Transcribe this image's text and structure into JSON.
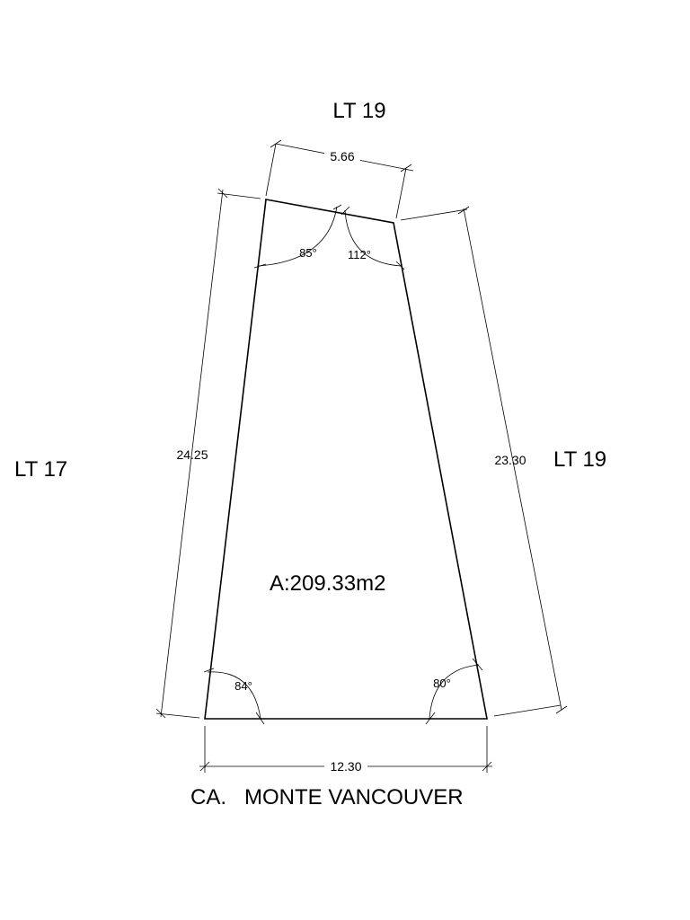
{
  "labels": {
    "top_neighbor": "LT 19",
    "left_neighbor": "LT 17",
    "right_neighbor": "LT 19",
    "street": "CA.   MONTE VANCOUVER",
    "area": "A:209.33m2"
  },
  "dimensions": {
    "top": "5.66",
    "left": "24.25",
    "right": "23.30",
    "bottom": "12.30"
  },
  "angles": {
    "top_left": "85°",
    "top_right": "112°",
    "bottom_left": "84°",
    "bottom_right": "80°"
  }
}
